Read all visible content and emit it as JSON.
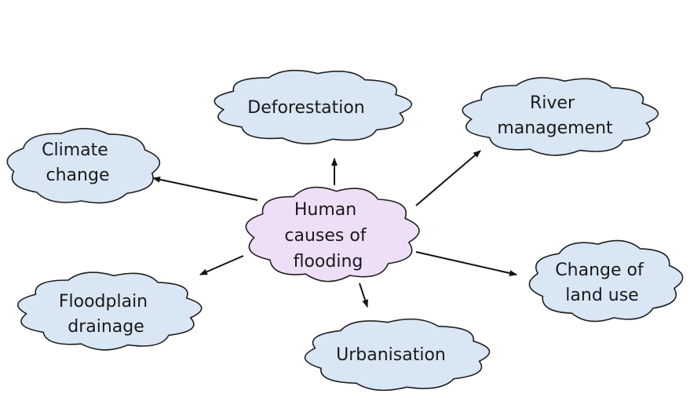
{
  "center": {
    "lines": [
      "Human",
      "causes of",
      "flooding"
    ],
    "fill": "#eedff7"
  },
  "outer_fill": "#d9e6f4",
  "outline": "#1f1f1f",
  "arrow_color": "#111111",
  "nodes": {
    "deforestation": {
      "lines": [
        "Deforestation"
      ]
    },
    "river": {
      "lines": [
        "River",
        "management"
      ]
    },
    "climate": {
      "lines": [
        "Climate",
        "change"
      ]
    },
    "landuse": {
      "lines": [
        "Change of",
        "land use"
      ]
    },
    "floodplain": {
      "lines": [
        "Floodplain",
        "drainage"
      ]
    },
    "urban": {
      "lines": [
        "Urbanisation"
      ]
    }
  }
}
